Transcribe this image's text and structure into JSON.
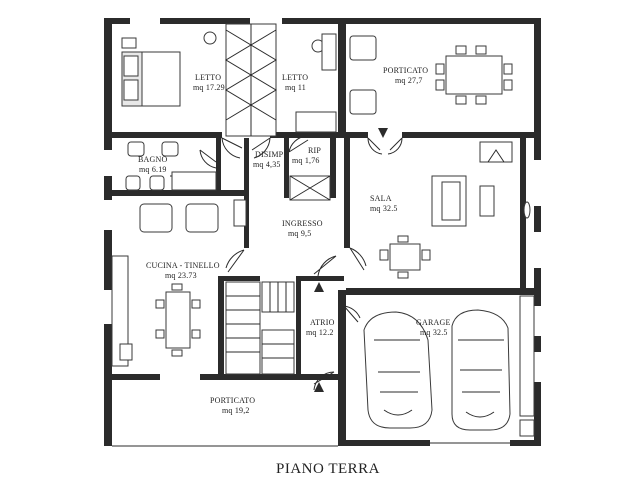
{
  "plan_title": "PIANO TERRA",
  "rooms": [
    {
      "name": "LETTO",
      "area": "mq 17.29"
    },
    {
      "name": "LETTO",
      "area": "mq 11"
    },
    {
      "name": "PORTICATO",
      "area": "mq 27,7"
    },
    {
      "name": "BAGNO",
      "area": "mq 6.19"
    },
    {
      "name": "DISIMP",
      "area": "mq 4,35"
    },
    {
      "name": "RIP",
      "area": "mq 1,76"
    },
    {
      "name": "SALA",
      "area": "mq 32.5"
    },
    {
      "name": "INGRESSO",
      "area": "mq 9,5"
    },
    {
      "name": "CUCINA - TINELLO",
      "area": "mq 23.73"
    },
    {
      "name": "ATRIO",
      "area": "mq 12.2"
    },
    {
      "name": "GARAGE",
      "area": "mq 32.5"
    },
    {
      "name": "PORTICATO",
      "area": "mq 19,2"
    }
  ]
}
